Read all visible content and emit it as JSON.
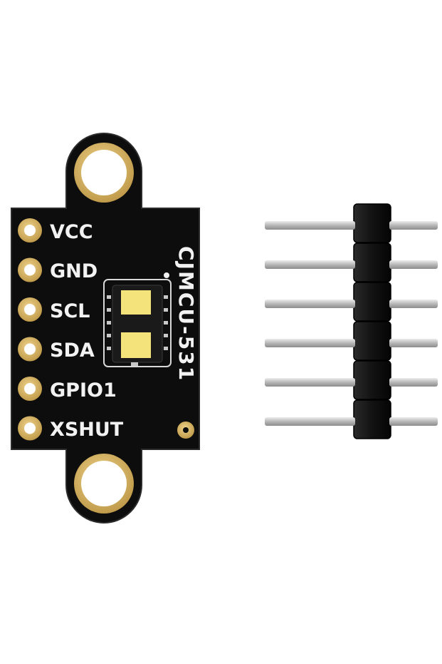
{
  "board": {
    "model": "CJMCU-531",
    "pins": [
      "VCC",
      "GND",
      "SCL",
      "SDA",
      "GPIO1",
      "XSHUT"
    ]
  },
  "colors": {
    "pcb": "#0d0d0d",
    "gold": "#d9b86a",
    "sensor_window": "#f4e27a",
    "pin_metal": "#c9c9c9",
    "header_plastic": "#161616",
    "silkscreen": "#f2f2f2"
  },
  "header": {
    "pin_count": 6
  }
}
